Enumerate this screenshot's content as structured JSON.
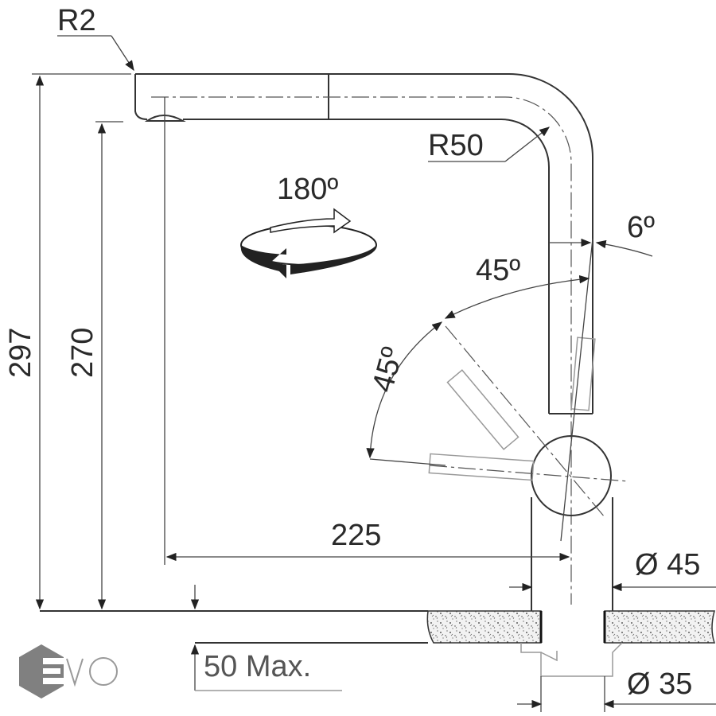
{
  "title": "Faucet dimension drawing",
  "dimensions": {
    "tip_radius": "R2",
    "spout_radius": "R50",
    "swivel_angle": "180º",
    "body_tilt": "6º",
    "lever_angle_1": "45º",
    "lever_angle_2": "45º",
    "total_height": "297",
    "outlet_height": "270",
    "reach": "225",
    "body_diameter": "Ø 45",
    "hole_diameter": "Ø 35",
    "max_counter_thickness": "50 Max."
  },
  "logo": {
    "text": "EVO"
  },
  "colors": {
    "line": "#333333",
    "logo": "#808080"
  }
}
